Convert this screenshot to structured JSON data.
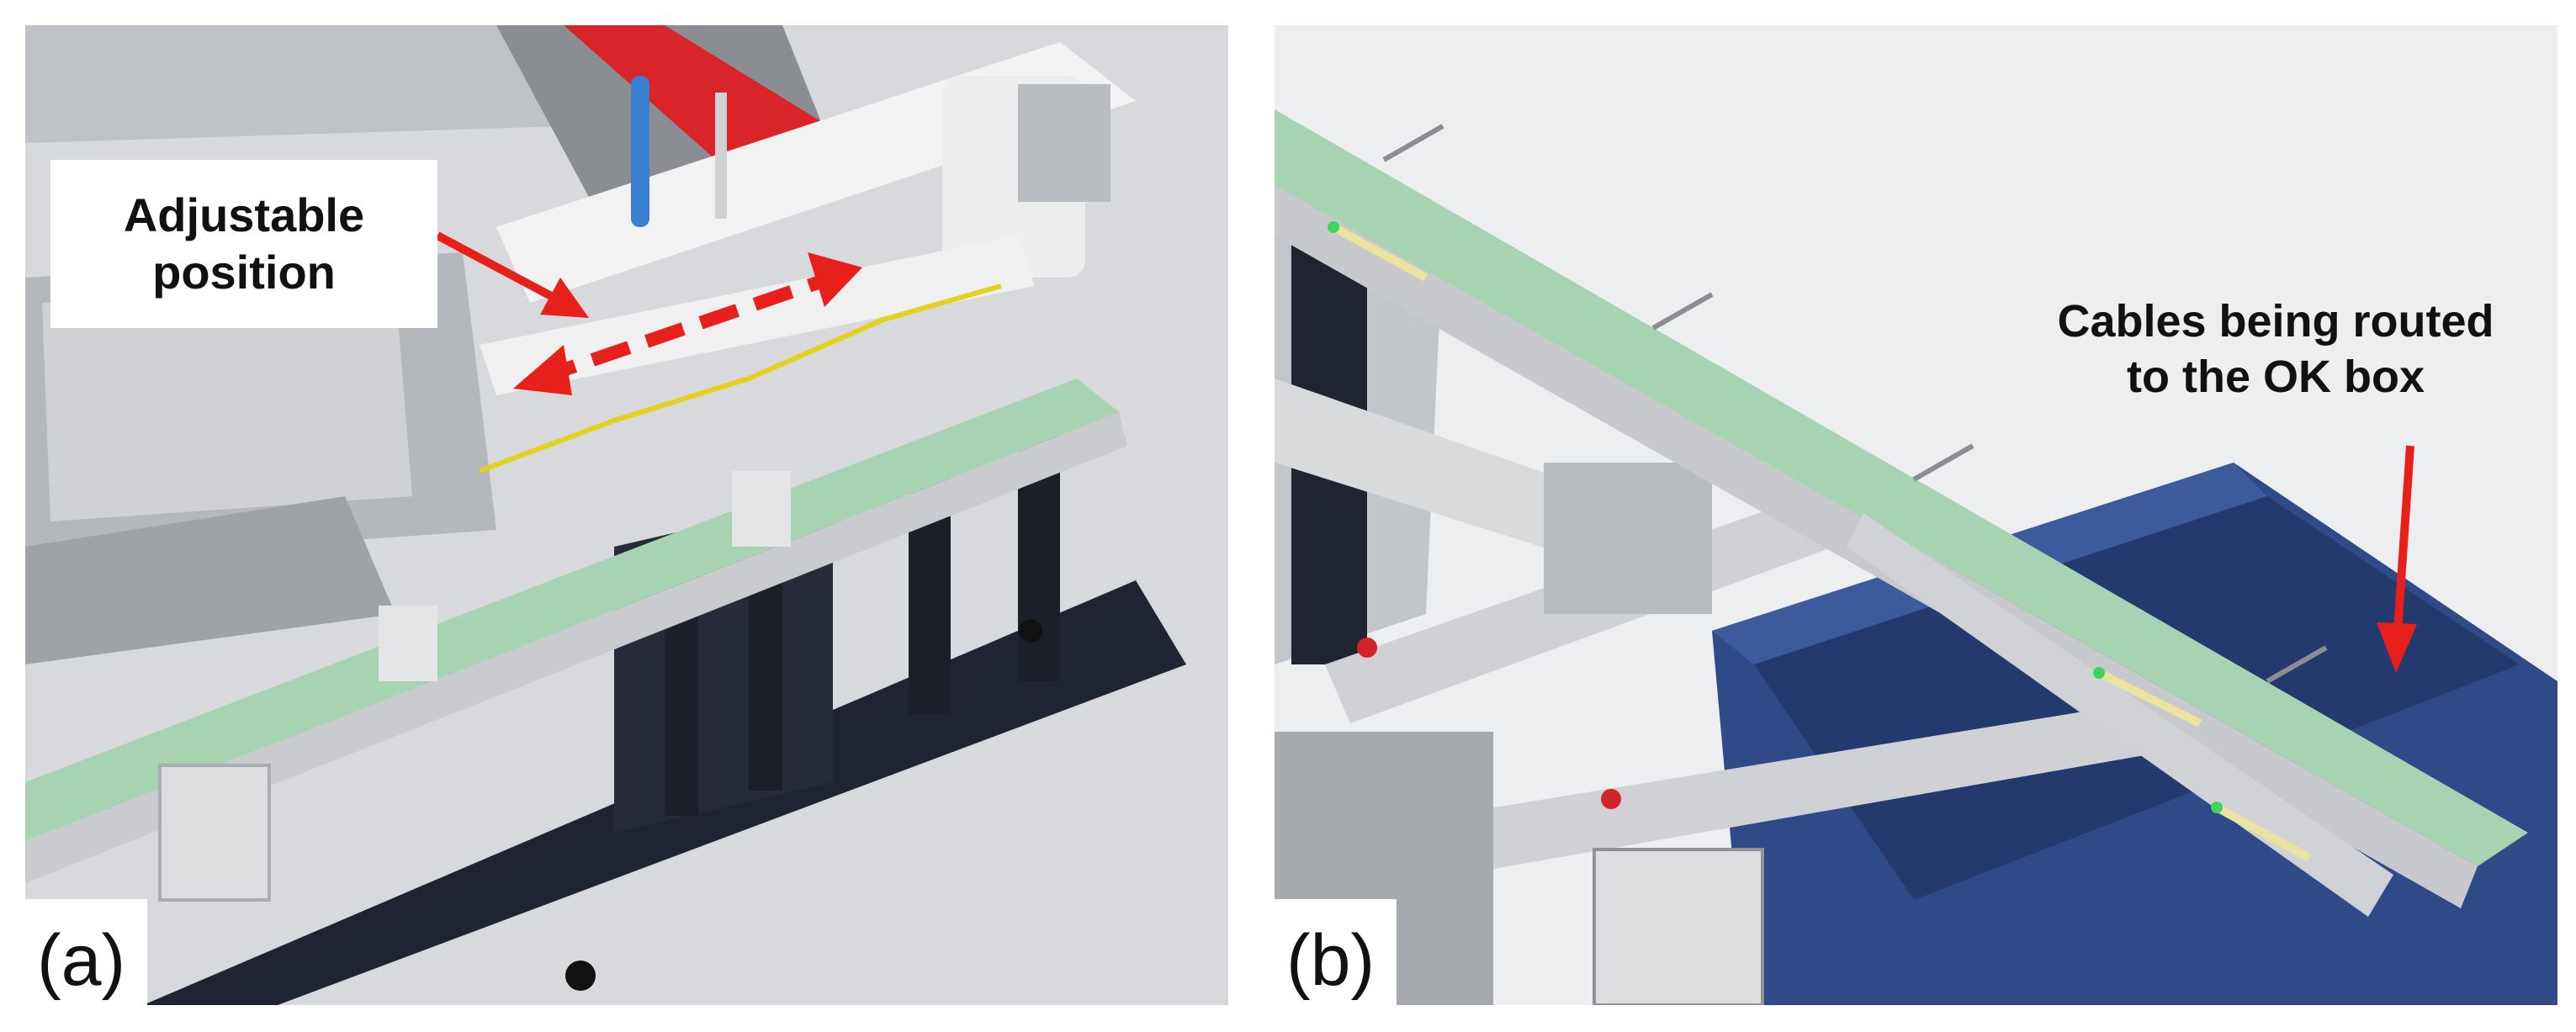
{
  "figure": {
    "panels": [
      {
        "label": "(a)",
        "annotation_line1": "Adjustable",
        "annotation_line2": "position"
      },
      {
        "label": "(b)",
        "annotation_line1": "Cables being routed",
        "annotation_line2": "to the OK box"
      }
    ]
  },
  "colors": {
    "belt_green": "#a8d3b2",
    "frame_dark": "#1f2530",
    "box_blue": "#2f4a86",
    "arrow_red": "#e8201c",
    "metal_light": "#d8d9db"
  }
}
